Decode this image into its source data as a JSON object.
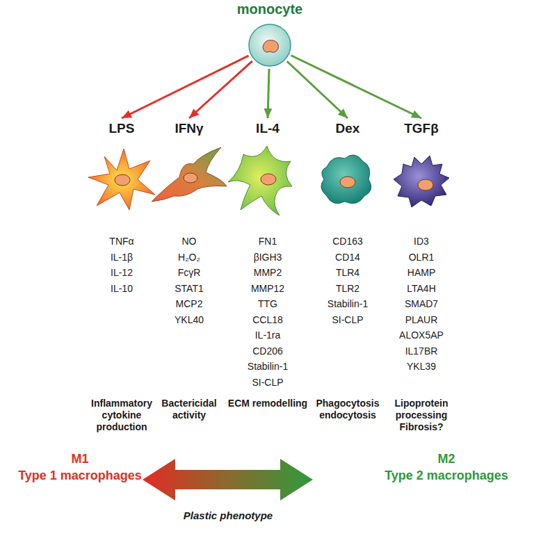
{
  "diagram": {
    "nodes": [
      {
        "text": [
          "monocyte"
        ]
      },
      {
        "text": [
          "LPS",
          "TNFα",
          "IL-1β",
          "IL-12",
          "IL-10",
          "Inflammatory cytokine production"
        ]
      },
      {
        "text": [
          "IFNγ",
          "NO",
          "H₂O₂",
          "FcγR",
          "STAT1",
          "MCP2",
          "YKL40",
          "Bactericidal activity"
        ]
      },
      {
        "text": [
          "IL-4",
          "FN1",
          "βIGH3",
          "MMP2",
          "MMP12",
          "TTG",
          "CCL18",
          "IL-1ra",
          "CD206",
          "Stabilin-1",
          "SI-CLP",
          "ECM remodelling"
        ]
      },
      {
        "text": [
          "Dex",
          "CD163",
          "CD14",
          "TLR4",
          "TLR2",
          "Stabilin-1",
          "SI-CLP",
          "Phagocytosis endocytosis"
        ]
      },
      {
        "text": [
          "TGFβ",
          "ID3",
          "OLR1",
          "HAMP",
          "LTA4H",
          "SMAD7",
          "PLAUR",
          "ALOX5AP",
          "IL17BR",
          "YKL39",
          "Lipoprotein processing Fibrosis?"
        ]
      }
    ],
    "edges": [
      {
        "from": 0,
        "to": 1,
        "arrow": "to"
      },
      {
        "from": 0,
        "to": 2,
        "arrow": "to"
      },
      {
        "from": 0,
        "to": 3,
        "arrow": "to"
      },
      {
        "from": 0,
        "to": 4,
        "arrow": "to"
      },
      {
        "from": 0,
        "to": 5,
        "arrow": "to"
      }
    ],
    "labels": [
      "M1",
      "Type 1 macrophages",
      "M2",
      "Type 2 macrophages",
      "Plastic phenotype"
    ]
  }
}
